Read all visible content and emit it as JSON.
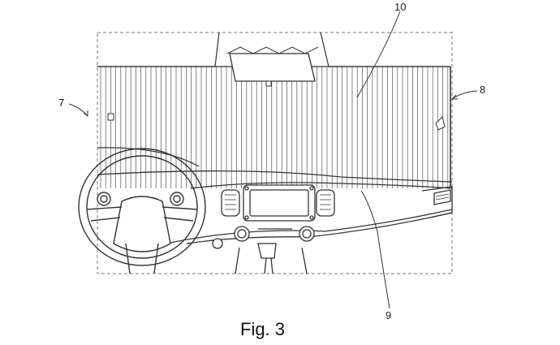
{
  "figure": {
    "caption": "Fig. 3",
    "reference_numerals": {
      "n7": "7",
      "n8": "8",
      "n9": "9",
      "n10": "10"
    }
  }
}
